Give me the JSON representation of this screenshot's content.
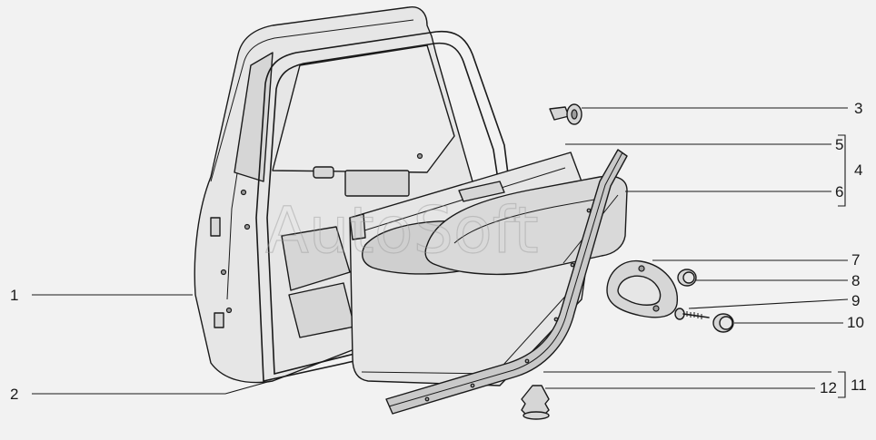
{
  "watermark": "AutoSoft",
  "callouts": [
    {
      "id": "1",
      "label": "1"
    },
    {
      "id": "2",
      "label": "2"
    },
    {
      "id": "3",
      "label": "3"
    },
    {
      "id": "4",
      "label": "4"
    },
    {
      "id": "5",
      "label": "5"
    },
    {
      "id": "6",
      "label": "6"
    },
    {
      "id": "7",
      "label": "7"
    },
    {
      "id": "8",
      "label": "8"
    },
    {
      "id": "9",
      "label": "9"
    },
    {
      "id": "10",
      "label": "10"
    },
    {
      "id": "11",
      "label": "11"
    },
    {
      "id": "12",
      "label": "12"
    }
  ],
  "colors": {
    "background": "#f2f2f2",
    "ink": "#1a1a1a",
    "fill": "#d6d6d6"
  }
}
